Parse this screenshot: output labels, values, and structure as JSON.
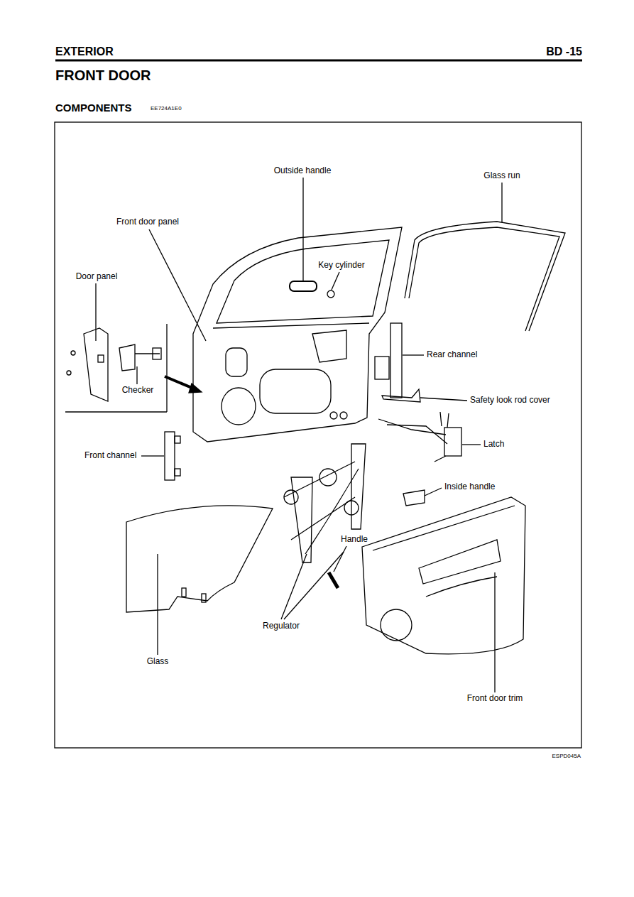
{
  "diagram": {
    "title": "FRONT DOOR",
    "labels": [
      "EXTERIOR",
      "BD -15",
      "COMPONENTS",
      "EE724A1E0",
      "Outside handle",
      "Glass run",
      "Front door panel",
      "Key cylinder",
      "Door panel",
      "Rear channel",
      "Checker",
      "Safety look rod cover",
      "Latch",
      "Front channel",
      "Inside handle",
      "Handle",
      "Regulator",
      "Glass",
      "Front door trim",
      "ESPD045A"
    ]
  }
}
